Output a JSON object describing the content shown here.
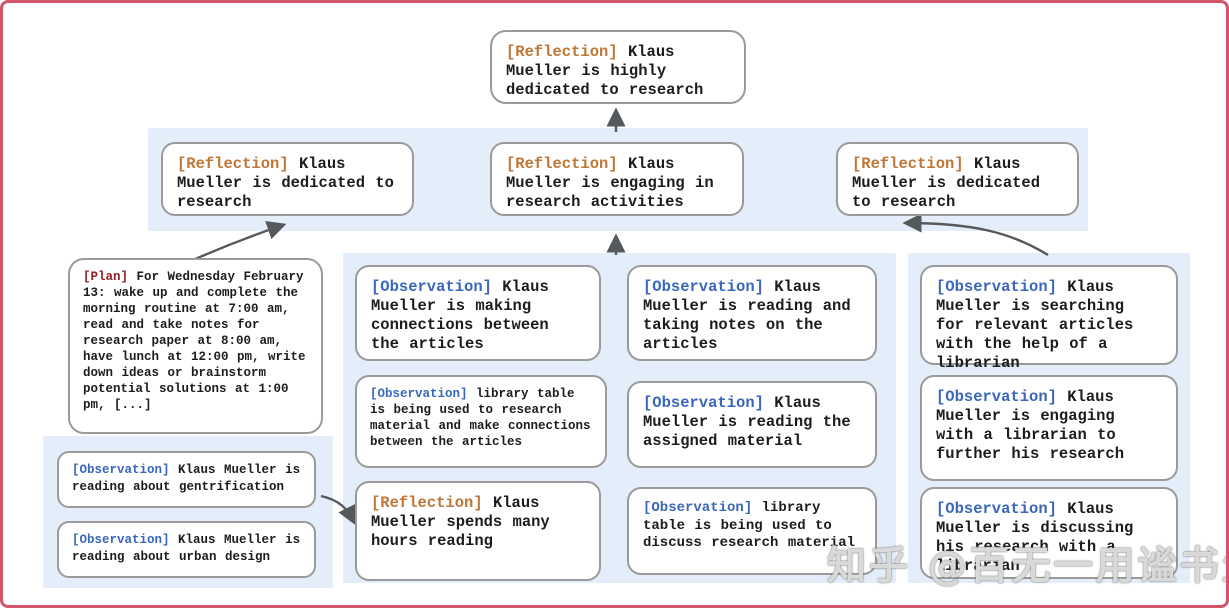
{
  "colors": {
    "frame_border": "#d25668",
    "group_background": "#e4eefa",
    "box_border": "#9a9a9a",
    "text": "#1c1c1c",
    "reflection_tag": "#bf7636",
    "observation_tag": "#3a66bb",
    "plan_tag": "#8e2121",
    "arrow": "#55595c"
  },
  "nodes": {
    "root": {
      "tag": "[Reflection]",
      "text": "Klaus Mueller is highly dedicated to research"
    },
    "l2_left": {
      "tag": "[Reflection]",
      "text": "Klaus Mueller is dedicated to research"
    },
    "l2_mid": {
      "tag": "[Reflection]",
      "text": "Klaus Mueller is engaging in research activities"
    },
    "l2_right": {
      "tag": "[Reflection]",
      "text": "Klaus Mueller is dedicated to research"
    },
    "plan": {
      "tag": "[Plan]",
      "text": "For Wednesday February 13: wake up and complete the morning routine at 7:00 am, read and take notes for research paper at 8:00 am, have lunch at 12:00 pm, write down ideas or brainstorm potential solutions at 1:00 pm, [...]"
    },
    "bl_obs1": {
      "tag": "[Observation]",
      "text": "Klaus Mueller is reading about gentrification"
    },
    "bl_obs2": {
      "tag": "[Observation]",
      "text": "Klaus Mueller is reading about urban design"
    },
    "m_a1": {
      "tag": "[Observation]",
      "text": "Klaus Mueller is making connections between the articles"
    },
    "m_a2": {
      "tag": "[Observation]",
      "text": "library table is being used to research material and make connections between the articles"
    },
    "m_a3": {
      "tag": "[Reflection]",
      "text": "Klaus Mueller spends many hours reading"
    },
    "m_b1": {
      "tag": "[Observation]",
      "text": "Klaus Mueller is reading and taking notes on the articles"
    },
    "m_b2": {
      "tag": "[Observation]",
      "text": "Klaus Mueller is reading the assigned material"
    },
    "m_b3": {
      "tag": "[Observation]",
      "text": "library table is being used to discuss research material"
    },
    "r1": {
      "tag": "[Observation]",
      "text": "Klaus Mueller is searching for relevant articles with the help of a librarian"
    },
    "r2": {
      "tag": "[Observation]",
      "text": "Klaus Mueller is engaging with a librarian to further his research"
    },
    "r3": {
      "tag": "[Observation]",
      "text": "Klaus Mueller is discussing his research with a librarian"
    }
  },
  "watermark": {
    "text": "知乎 @百无一用谧书生"
  }
}
